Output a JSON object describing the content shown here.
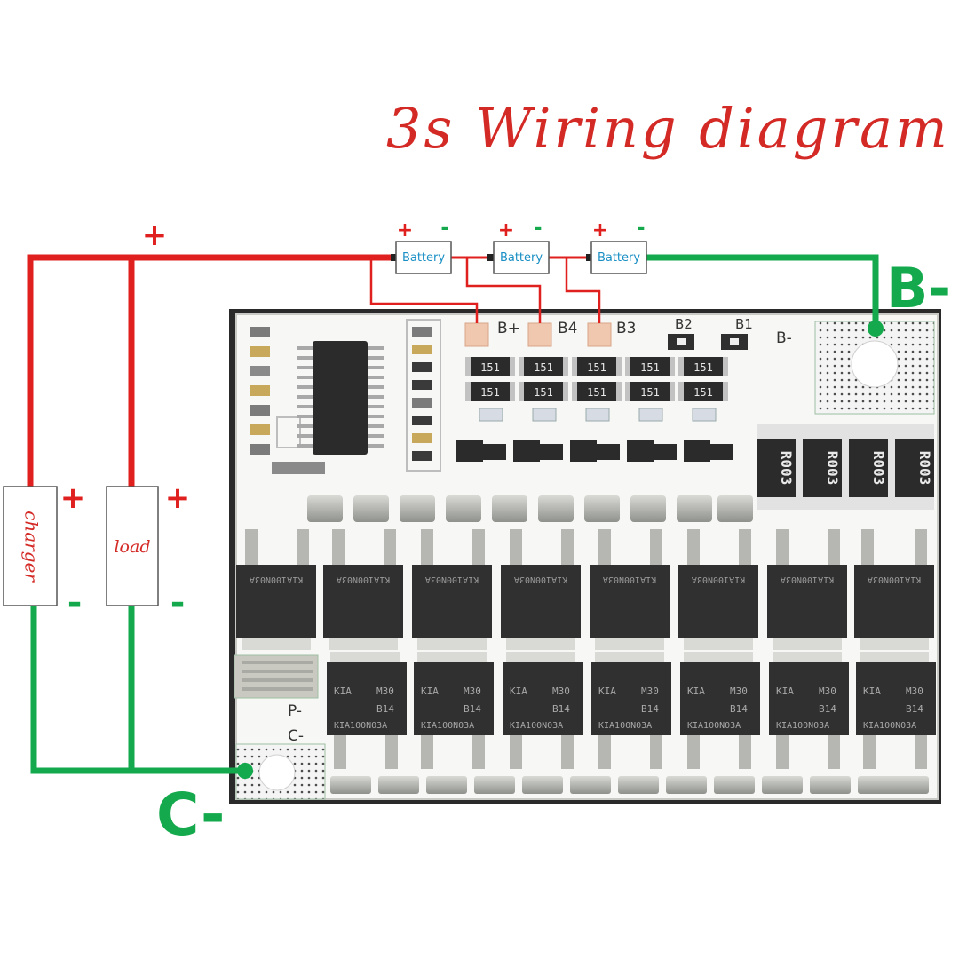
{
  "title": "3s Wiring diagram",
  "batteries": [
    {
      "label": "Battery",
      "plus": "+",
      "minus": "-"
    },
    {
      "label": "Battery",
      "plus": "+",
      "minus": "-"
    },
    {
      "label": "Battery",
      "plus": "+",
      "minus": "-"
    }
  ],
  "wires": {
    "positive_color": "#e0201e",
    "negative_color": "#13a94c",
    "top_plus": "+",
    "b_minus": "B-",
    "c_minus": "C-"
  },
  "charger": {
    "label": "charger",
    "plus": "+",
    "minus": "-"
  },
  "load": {
    "label": "load",
    "plus": "+",
    "minus": "-"
  },
  "board": {
    "pads": [
      "B+",
      "B4",
      "B3",
      "B2",
      "B1"
    ],
    "pad_b_minus": "B-",
    "pad_p_minus": "P-",
    "pad_c_minus": "C-",
    "resistor_marking": "151",
    "shunt_marking": "R003",
    "mosfet_lines": [
      "KIA",
      "M30",
      "B14",
      "KIA100N03A"
    ],
    "top_mosfet_line": "KIA100N03A"
  }
}
